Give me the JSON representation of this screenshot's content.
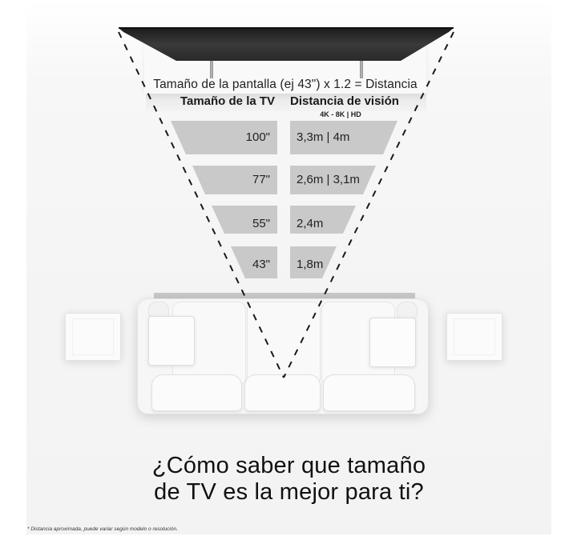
{
  "formula": "Tamaño de la pantalla (ej 43\") x 1.2 = Distancia",
  "table": {
    "headers": {
      "size": "Tamaño de la TV",
      "distance": "Distancia de visión",
      "resolution_label": "4K - 8K | HD"
    },
    "rows": [
      {
        "size": "100\"",
        "distance": "3,3m |  4m"
      },
      {
        "size": "77\"",
        "distance": "2,6m | 3,1m"
      },
      {
        "size": "55\"",
        "distance": "2,4m"
      },
      {
        "size": "43\"",
        "distance": "1,8m"
      }
    ]
  },
  "headline": {
    "line1": "¿Cómo saber que tamaño",
    "line2": "de TV es la mejor para ti?"
  },
  "footnote": "* Distancia aproximada, puede variar según modelo o resolución.",
  "colors": {
    "tv": "#2b2b2b",
    "trapezoid": "#c9c9c9",
    "background": "#f4f4f4",
    "dash": "#1a1a1a"
  }
}
